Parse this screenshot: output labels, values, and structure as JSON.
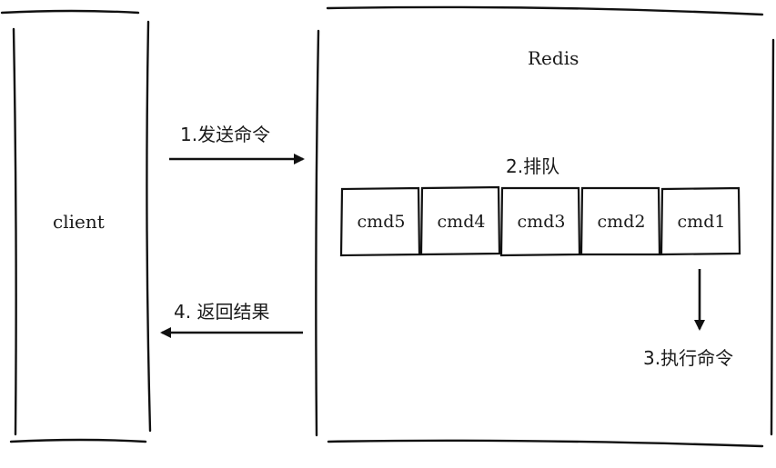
{
  "client": {
    "label": "client"
  },
  "redis": {
    "label": "Redis"
  },
  "steps": {
    "send": "1.发送命令",
    "queue": "2.排队",
    "execute": "3.执行命令",
    "return": "4. 返回结果"
  },
  "queue": {
    "commands": [
      "cmd5",
      "cmd4",
      "cmd3",
      "cmd2",
      "cmd1"
    ]
  }
}
